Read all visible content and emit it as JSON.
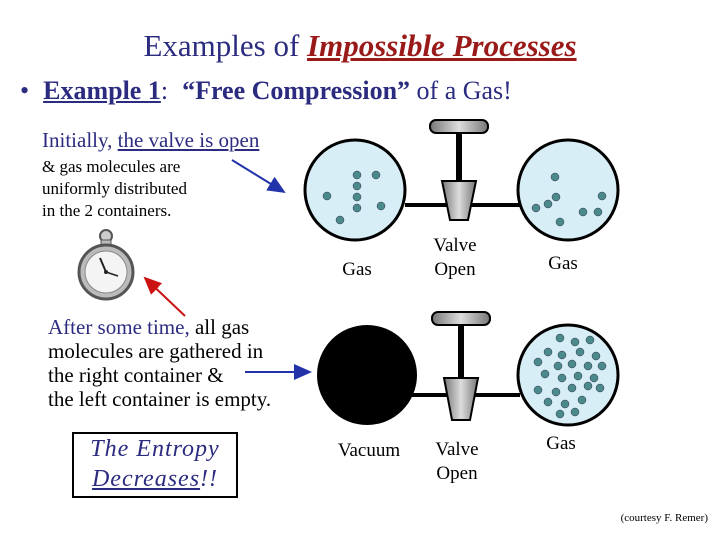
{
  "title": {
    "prefix": "Examples of ",
    "emphasis": "Impossible Processes"
  },
  "example": {
    "bullet": "•",
    "label": "Example 1",
    "colon": ":",
    "quoted": "“Free Compression”",
    "rest": " of a Gas!"
  },
  "initial": {
    "lead": "Initially, ",
    "underlined": "the valve is open"
  },
  "initial_desc": [
    "& gas molecules are",
    "uniformly distributed",
    "in the 2 containers."
  ],
  "after": {
    "lead": "After some time, ",
    "lines": [
      "all gas",
      "molecules are gathered in",
      "the right container &",
      "the left container is empty."
    ]
  },
  "entropy": {
    "line1": "The Entropy",
    "line2": "Decreases",
    "line2_suffix": "!!"
  },
  "top_labels": {
    "left": "Gas",
    "valve": [
      "Valve",
      "Open"
    ],
    "right": "Gas"
  },
  "bottom_labels": {
    "left": "Vacuum",
    "valve": [
      "Valve",
      "Open"
    ],
    "right": "Gas"
  },
  "courtesy": "(courtesy F. Remer)",
  "colors": {
    "heading": "#2b2b80",
    "emphasis": "#9a1a1a",
    "container": "#d8eef6",
    "molecule": "#4a8a8a",
    "arrow_blue": "#2233aa",
    "arrow_red": "#cc1111"
  }
}
